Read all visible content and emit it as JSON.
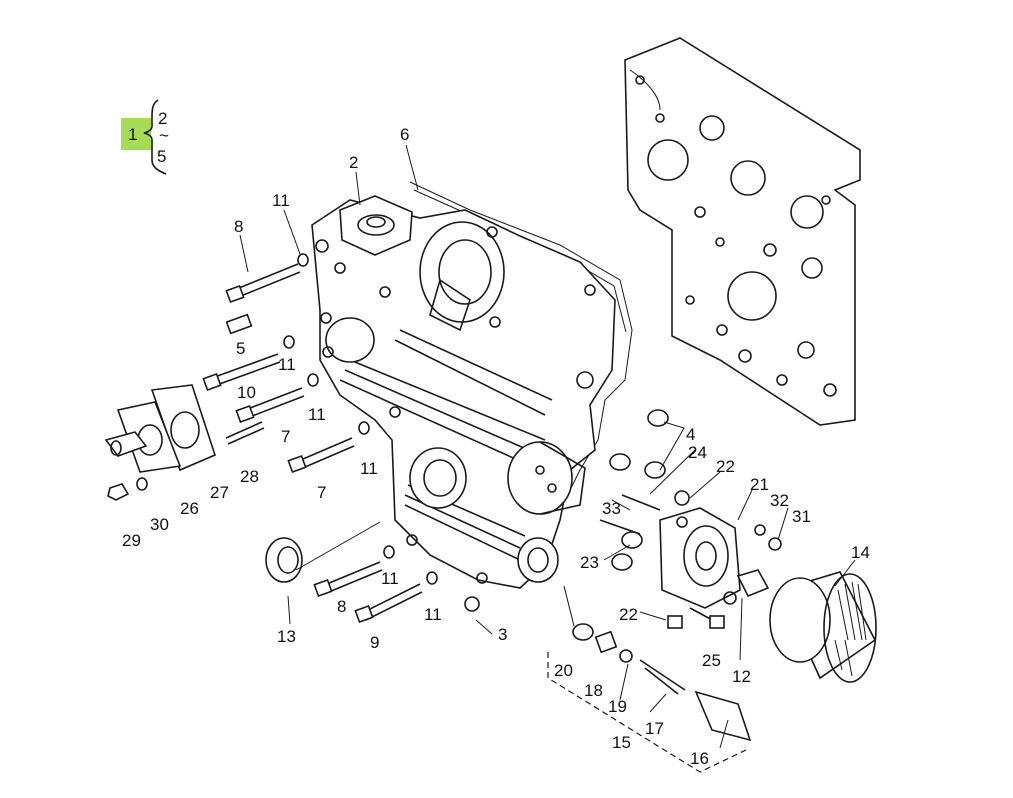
{
  "diagram": {
    "assembly_key": {
      "main": "1",
      "range_start": "2",
      "range_sep": "~",
      "range_end": "5",
      "highlight_color": "#a6db55"
    },
    "callouts": [
      {
        "id": "c2",
        "text": "2"
      },
      {
        "id": "c6",
        "text": "6"
      },
      {
        "id": "c11a",
        "text": "11"
      },
      {
        "id": "c8a",
        "text": "8"
      },
      {
        "id": "c5",
        "text": "5"
      },
      {
        "id": "c11b",
        "text": "11"
      },
      {
        "id": "c10",
        "text": "10"
      },
      {
        "id": "c11c",
        "text": "11"
      },
      {
        "id": "c7a",
        "text": "7"
      },
      {
        "id": "c28",
        "text": "28"
      },
      {
        "id": "c11d",
        "text": "11"
      },
      {
        "id": "c7b",
        "text": "7"
      },
      {
        "id": "c27",
        "text": "27"
      },
      {
        "id": "c26",
        "text": "26"
      },
      {
        "id": "c30",
        "text": "30"
      },
      {
        "id": "c29",
        "text": "29"
      },
      {
        "id": "c4",
        "text": "4"
      },
      {
        "id": "c24",
        "text": "24"
      },
      {
        "id": "c22a",
        "text": "22"
      },
      {
        "id": "c21",
        "text": "21"
      },
      {
        "id": "c33",
        "text": "33"
      },
      {
        "id": "c32",
        "text": "32"
      },
      {
        "id": "c31",
        "text": "31"
      },
      {
        "id": "c14",
        "text": "14"
      },
      {
        "id": "c23",
        "text": "23"
      },
      {
        "id": "c11e",
        "text": "11"
      },
      {
        "id": "c8b",
        "text": "8"
      },
      {
        "id": "c11f",
        "text": "11"
      },
      {
        "id": "c9",
        "text": "9"
      },
      {
        "id": "c13",
        "text": "13"
      },
      {
        "id": "c3",
        "text": "3"
      },
      {
        "id": "c22b",
        "text": "22"
      },
      {
        "id": "c25",
        "text": "25"
      },
      {
        "id": "c12",
        "text": "12"
      },
      {
        "id": "c20",
        "text": "20"
      },
      {
        "id": "c18",
        "text": "18"
      },
      {
        "id": "c19",
        "text": "19"
      },
      {
        "id": "c17",
        "text": "17"
      },
      {
        "id": "c15",
        "text": "15"
      },
      {
        "id": "c16",
        "text": "16"
      }
    ]
  }
}
